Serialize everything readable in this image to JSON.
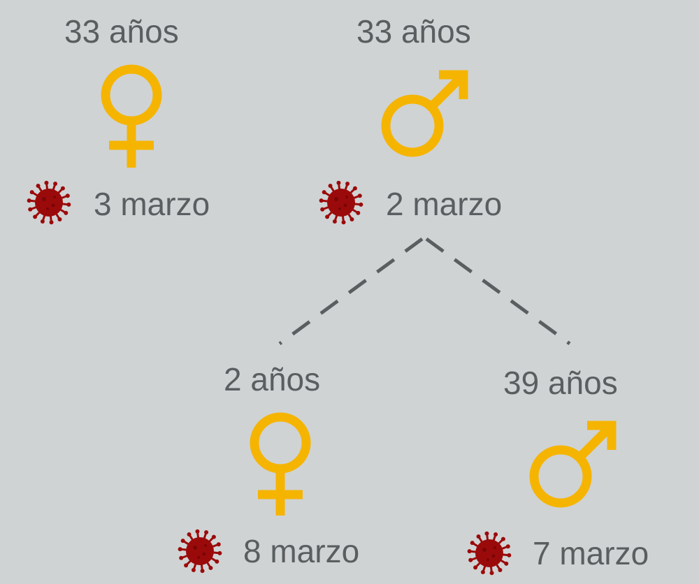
{
  "colors": {
    "background": "#d0d3d4",
    "text": "#5b5e60",
    "gender_symbol": "#f5b400",
    "virus": "#9b0a0a",
    "link": "#5b5e60"
  },
  "people": [
    {
      "id": "mother",
      "sex": "female",
      "age_label": "33 años",
      "date_label": "3 marzo",
      "icon": "female-symbol-icon"
    },
    {
      "id": "father",
      "sex": "male",
      "age_label": "33 años",
      "date_label": "2 marzo",
      "icon": "male-symbol-icon"
    },
    {
      "id": "child",
      "sex": "female",
      "age_label": "2 años",
      "date_label": "8 marzo",
      "icon": "female-symbol-icon"
    },
    {
      "id": "adult",
      "sex": "male",
      "age_label": "39 años",
      "date_label": "7 marzo",
      "icon": "male-symbol-icon"
    }
  ],
  "virus_icon": "coronavirus-icon",
  "links": [
    {
      "from": "father",
      "to": "child",
      "style": "dashed"
    },
    {
      "from": "father",
      "to": "adult",
      "style": "dashed"
    }
  ]
}
